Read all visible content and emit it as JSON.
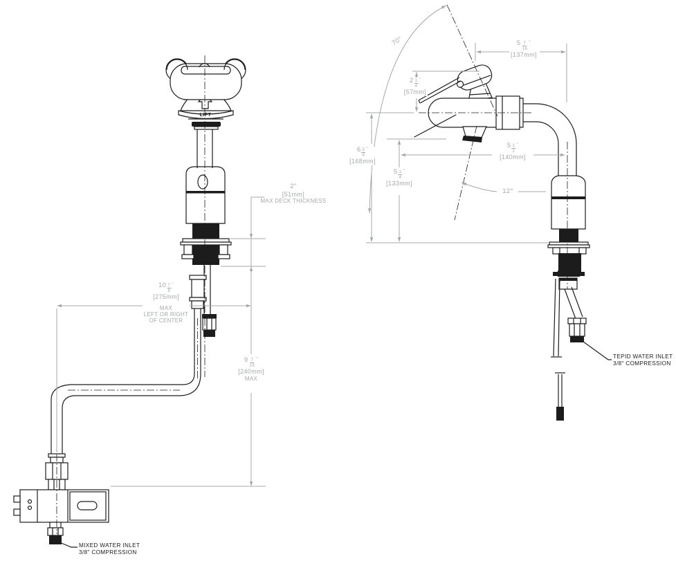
{
  "meta": {
    "background": "#ffffff",
    "line_color": "#1c1c1c",
    "dim_color": "#a4a9a9",
    "label_color": "#1c1c1c"
  },
  "left_view": {
    "lift_text": "LIFT",
    "dim_deck": {
      "value": "2\"",
      "mm": "[51mm]",
      "note1": "MAX DECK THICKNESS"
    },
    "dim_offset": {
      "whole": "10",
      "num": "7",
      "den": "8",
      "unit": "\"",
      "mm": "[275mm]",
      "note1": "MAX",
      "note2": "LEFT OR RIGHT",
      "note3": "OF CENTER"
    },
    "dim_drop": {
      "whole": "9",
      "num": "7",
      "den": "16",
      "unit": "\"",
      "mm": "[240mm]",
      "note1": "MAX"
    },
    "inlet_label": {
      "line1": "MIXED WATER INLET",
      "line2": "3/8\" COMPRESSION"
    }
  },
  "right_view": {
    "angle_swing": "70°",
    "angle_tilt": "12°",
    "dim_head_offset": {
      "whole": "5",
      "num": "7",
      "den": "16",
      "unit": "\"",
      "mm": "[137mm]"
    },
    "dim_head_raise": {
      "whole": "2",
      "num": "1",
      "den": "4",
      "unit": "\"",
      "mm": "[57mm]"
    },
    "dim_body_height": {
      "whole": "6",
      "num": "5",
      "den": "8",
      "unit": "\"",
      "mm": "[168mm]"
    },
    "dim_spout_reach": {
      "whole": "5",
      "num": "1",
      "den": "2",
      "unit": "\"",
      "mm": "[140mm]"
    },
    "dim_spout_height": {
      "whole": "5",
      "num": "1",
      "den": "4",
      "unit": "\"",
      "mm": "[133mm]"
    },
    "inlet_label": {
      "line1": "TEPID WATER INLET",
      "line2": "3/8\" COMPRESSION"
    }
  }
}
